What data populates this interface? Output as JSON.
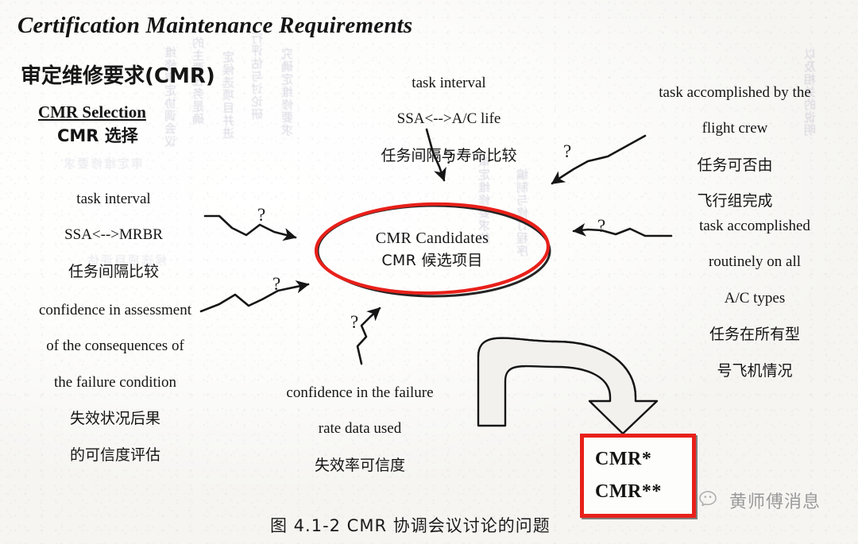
{
  "document": {
    "title": "Certification Maintenance Requirements",
    "heading_cn": "审定维修要求(CMR)",
    "subheading_en": "CMR Selection",
    "subheading_cn": "CMR 选择",
    "figure_caption": "图 4.1-2   CMR 协调会议讨论的问题"
  },
  "colors": {
    "annotation_red": "#e8201a",
    "ink_black": "#141414",
    "paper": "#fbfbf9",
    "bleed_through": "#8b89a8",
    "watermark_gray": "#9a9a9a"
  },
  "center_node": {
    "name": "CMR Candidates",
    "line_en": "CMR Candidates",
    "line_cn": "CMR 候选项目",
    "shape": "ellipse",
    "outline_color": "#e8201a",
    "printed_outline_color": "#1b1b1b"
  },
  "nodes": [
    {
      "id": "task-interval-ac-life",
      "lines_en": [
        "task interval",
        "SSA<-->A/C life"
      ],
      "line_cn": "任务间隔与寿命比较",
      "position": "top-center"
    },
    {
      "id": "task-flight-crew",
      "lines_en": [
        "task accomplished by the",
        "flight crew"
      ],
      "lines_cn": [
        "任务可否由",
        "飞行组完成"
      ],
      "position": "top-right"
    },
    {
      "id": "task-interval-mrbr",
      "lines_en": [
        "task interval",
        "SSA<-->MRBR"
      ],
      "line_cn": "任务间隔比较",
      "position": "left"
    },
    {
      "id": "task-routine-all-ac",
      "lines_en": [
        "task accomplished",
        "routinely on all",
        "A/C types"
      ],
      "lines_cn": [
        "任务在所有型",
        "号飞机情况"
      ],
      "position": "right"
    },
    {
      "id": "confidence-consequences",
      "lines_en": [
        "confidence in assessment",
        "of the consequences of",
        "the failure condition"
      ],
      "lines_cn": [
        "失效状况后果",
        "的可信度评估"
      ],
      "position": "lower-left"
    },
    {
      "id": "confidence-failure-rate",
      "lines_en": [
        "confidence in the failure",
        "rate data used"
      ],
      "line_cn": "失效率可信度",
      "position": "bottom-center"
    }
  ],
  "connectors": [
    {
      "id": "arrow-ac-life-to-center",
      "label": "?",
      "from": "task-interval-ac-life",
      "to": "CMR Candidates"
    },
    {
      "id": "arrow-flight-crew-to-center",
      "label": "?",
      "from": "task-flight-crew",
      "to": "CMR Candidates"
    },
    {
      "id": "arrow-mrbr-to-center",
      "label": "?",
      "from": "task-interval-mrbr",
      "to": "CMR Candidates"
    },
    {
      "id": "arrow-routine-to-center",
      "label": "?",
      "from": "task-routine-all-ac",
      "to": "CMR Candidates"
    },
    {
      "id": "arrow-consequences-to-center",
      "label": "?",
      "from": "confidence-consequences",
      "to": "CMR Candidates"
    },
    {
      "id": "arrow-failure-rate-to-center",
      "label": "?",
      "from": "confidence-failure-rate",
      "to": "CMR Candidates"
    },
    {
      "id": "block-arrow-center-to-result",
      "label": "",
      "from": "CMR Candidates",
      "to": "result-box"
    }
  ],
  "result_box": {
    "lines": [
      "CMR*",
      "CMR**"
    ],
    "border_color": "#e8201a"
  },
  "watermark": {
    "text": "黄师傅消息",
    "icon": "wechat-icon"
  },
  "bleed_through_text": {
    "col1": "维修审定协调会议",
    "col2": "的主要任务是确",
    "col3": "定候选项目并进",
    "col4": "行评估与讨论研",
    "col5": "究确定维修要求",
    "col6": "审定维修要求的",
    "col7": "编制与修订程序",
    "col8": "以及相关的说明",
    "row1": "审定维修要求",
    "row2": "候选项目评估"
  }
}
